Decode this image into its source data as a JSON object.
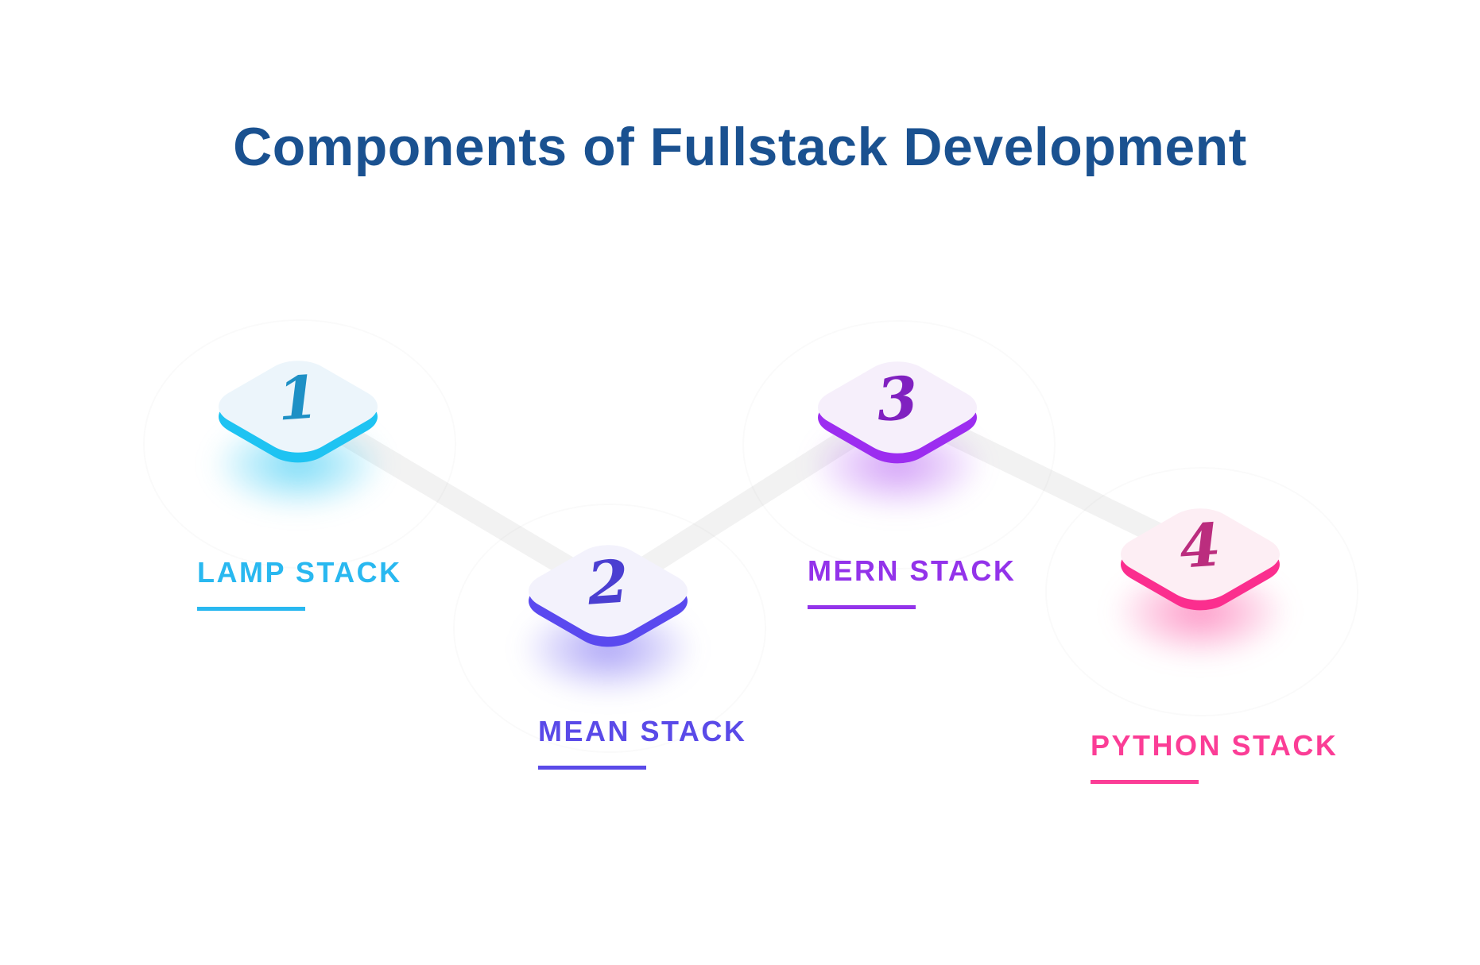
{
  "title": {
    "text": "Components of Fullstack Development",
    "color": "#1a5190"
  },
  "connectors": {
    "color": "#f2f2f2"
  },
  "nodes": [
    {
      "number": "1",
      "label": "LAMP STACK",
      "accent_color": "#1ec3f2",
      "face_color": "#ecf5fb",
      "number_color": "#1e90c5",
      "glow_color": "rgba(30,195,242,0.6)",
      "label_color": "#29b8f0"
    },
    {
      "number": "2",
      "label": "MEAN STACK",
      "accent_color": "#5a49ef",
      "face_color": "#f3f2fc",
      "number_color": "#4b3fd1",
      "glow_color": "rgba(99,84,240,0.55)",
      "label_color": "#5a4ae8"
    },
    {
      "number": "3",
      "label": "MERN STACK",
      "accent_color": "#9c2df0",
      "face_color": "#f6effb",
      "number_color": "#8021c0",
      "glow_color": "rgba(164,60,240,0.5)",
      "label_color": "#9333ea"
    },
    {
      "number": "4",
      "label": "PYTHON STACK",
      "accent_color": "#fb2e8e",
      "face_color": "#fdeef4",
      "number_color": "#bb2d7e",
      "glow_color": "rgba(251,61,150,0.55)",
      "label_color": "#fb3d96"
    }
  ]
}
